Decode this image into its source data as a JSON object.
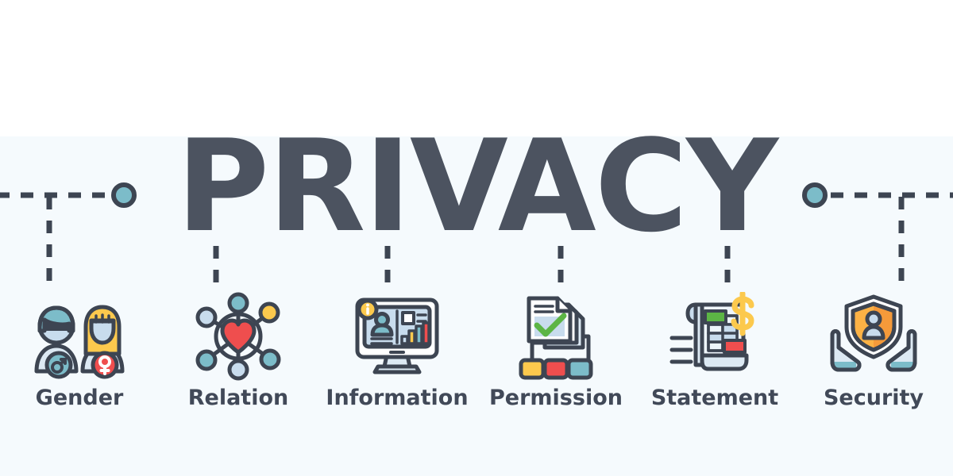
{
  "banner": {
    "title": "PRIVACY",
    "theme": "privacy web banner infographic",
    "colors": {
      "background_top": "#ffffff",
      "background_bottom": "#f5fafd",
      "title_color": "#4c5360",
      "label_color": "#414958",
      "stroke": "#3d4552",
      "teal": "#7cbcc9",
      "light_blue": "#c8dced",
      "pale_blue": "#dce9f3",
      "yellow": "#fcc94d",
      "orange": "#f59a3a",
      "red": "#ef4e4e",
      "green": "#5cb545"
    }
  },
  "connectors": {
    "left_dot_color": "#7cbcc9",
    "right_dot_color": "#7cbcc9",
    "line_color": "#3d4552",
    "dash_pattern": "14 12"
  },
  "items": [
    {
      "id": "gender",
      "label": "Gender",
      "icon": "gender-male-female-icon",
      "description": "Male and female user avatars with gender symbol badges"
    },
    {
      "id": "relation",
      "label": "Relation",
      "icon": "relation-network-heart-icon",
      "description": "Network hub with heart at center and six connected nodes"
    },
    {
      "id": "information",
      "label": "Information",
      "icon": "information-monitor-icon",
      "description": "Desktop monitor showing profile, info badge and bar chart"
    },
    {
      "id": "permission",
      "label": "Permission",
      "icon": "permission-document-check-icon",
      "description": "Approved document with green check linked to three nodes"
    },
    {
      "id": "statement",
      "label": "Statement",
      "icon": "statement-scroll-dollar-icon",
      "description": "Scroll invoice with table cells and dollar sign"
    },
    {
      "id": "security",
      "label": "Security",
      "icon": "security-shield-hands-icon",
      "description": "Hands holding a shield containing a person silhouette"
    }
  ]
}
